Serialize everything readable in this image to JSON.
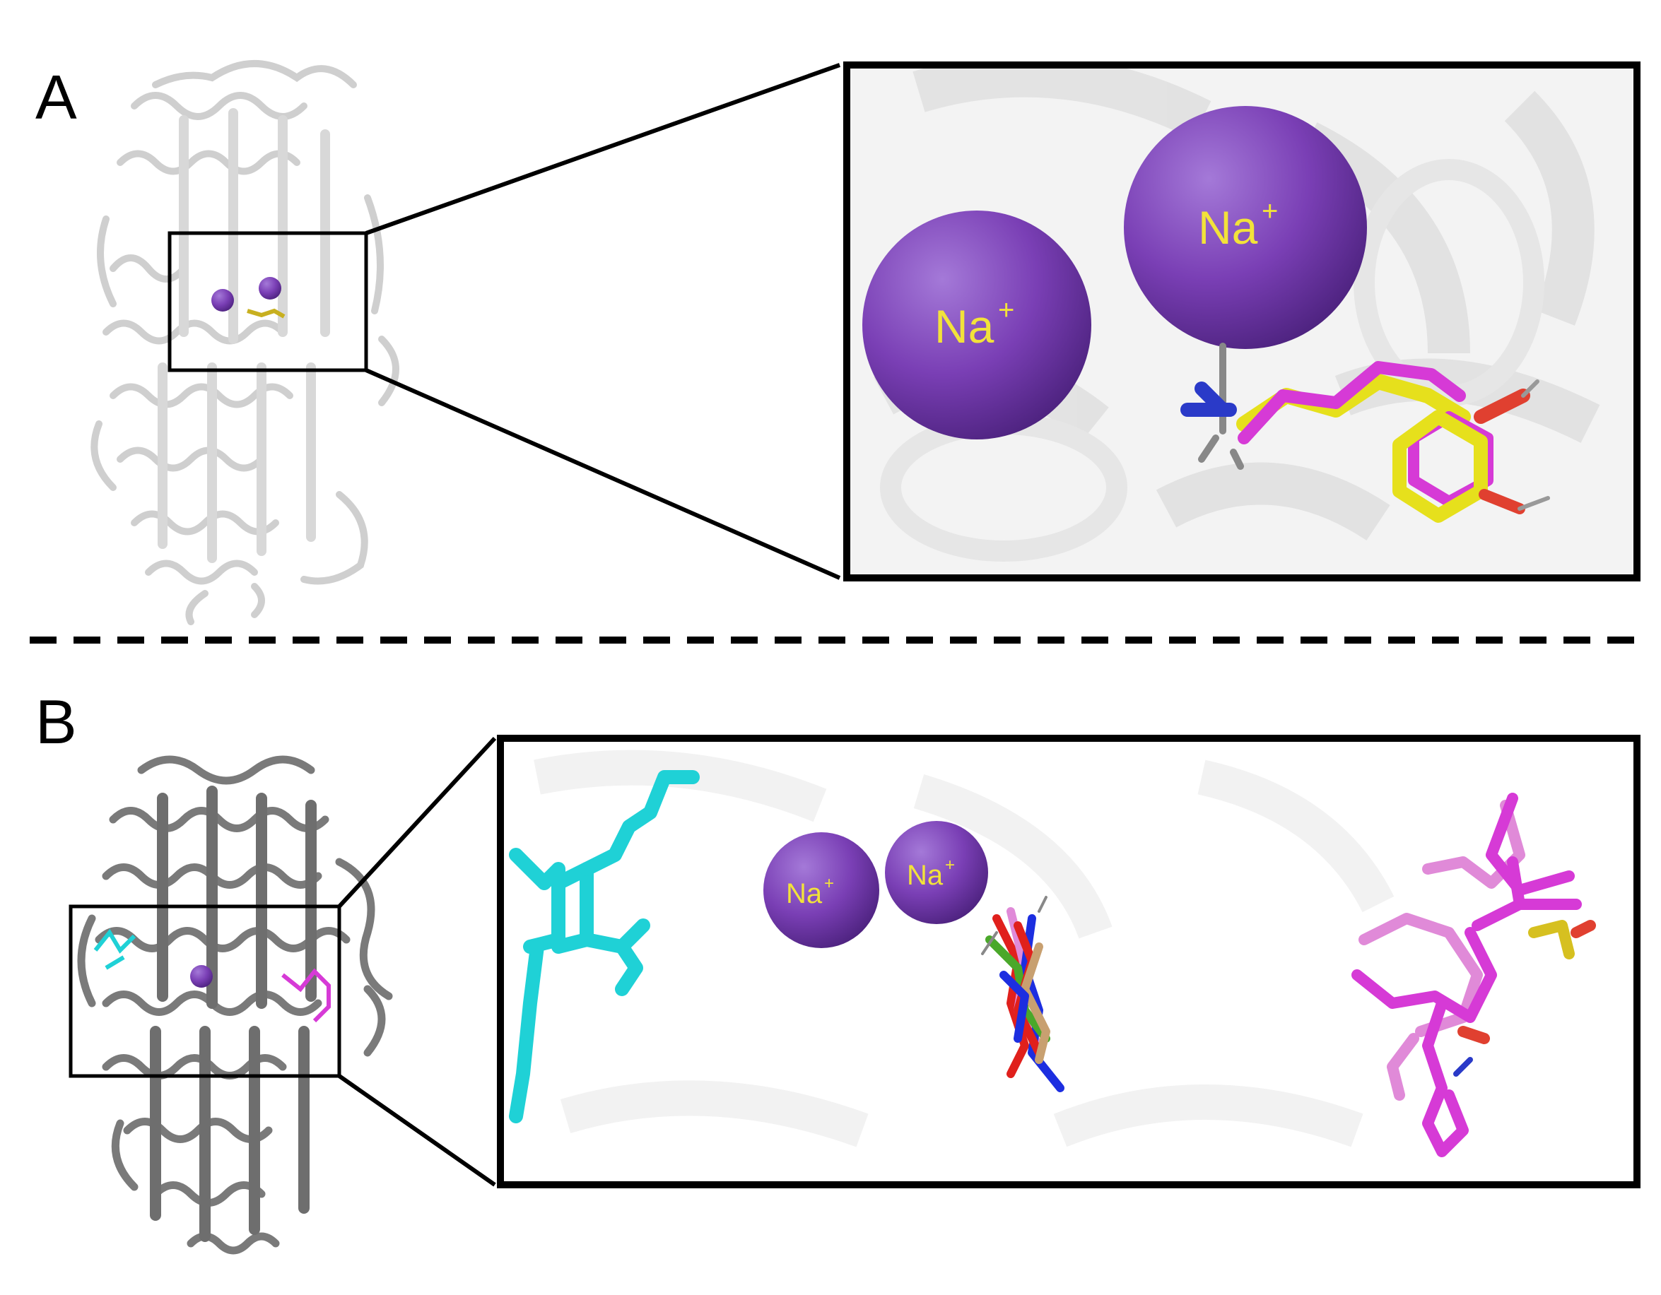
{
  "panels": [
    {
      "letter": "A"
    },
    {
      "letter": "B"
    }
  ],
  "ion_labels": {
    "na_a_left": "Na",
    "na_a_right": "Na",
    "na_b_left": "Na",
    "na_b_right": "Na",
    "charge": "+"
  },
  "colors": {
    "sodium": "#7a3fb5",
    "ion_label": "#f2e23a",
    "protein_light": "#d4d4d4",
    "protein_dark": "#7a7a7a",
    "ligand_yellow": "#e6e01c",
    "ligand_magenta": "#d63ad6",
    "ligand_cyan": "#1fd1d6",
    "ligand_pink": "#e08ad8",
    "cluster_red": "#e0201c",
    "cluster_blue": "#1c2ee0",
    "cluster_green": "#4aa82a",
    "oxygen": "#e04030",
    "nitrogen": "#2a3ac8"
  }
}
